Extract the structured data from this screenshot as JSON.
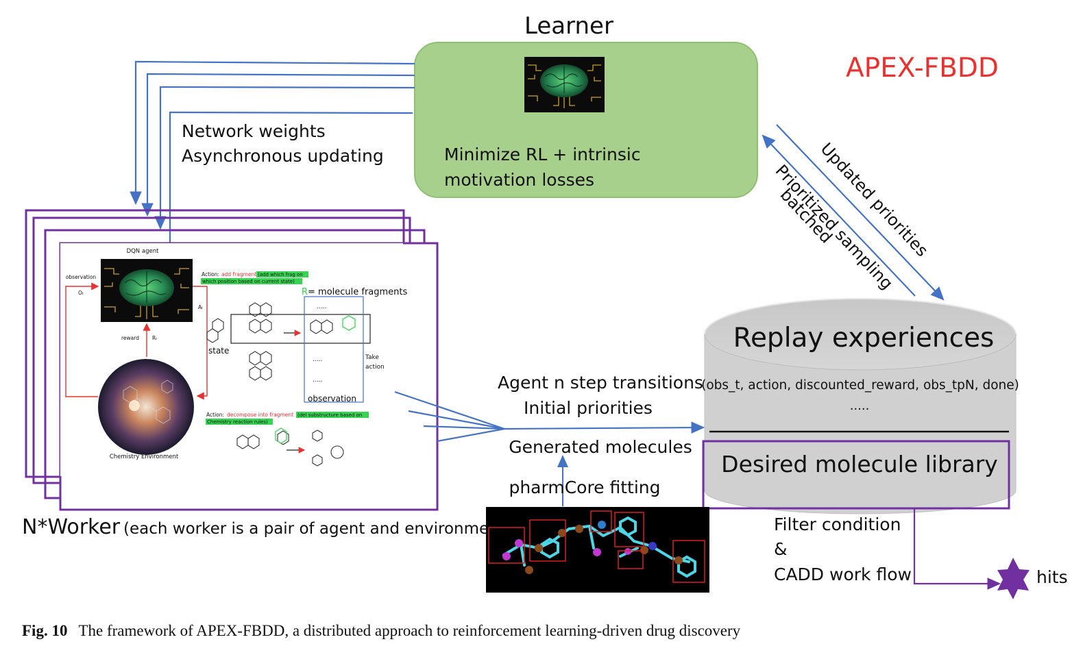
{
  "learner": {
    "title": "Learner",
    "loss_text_line1": "Minimize RL + intrinsic",
    "loss_text_line2": "motivation losses"
  },
  "brand": {
    "name": "APEX-FBDD",
    "color": "#e8322f"
  },
  "arrows": {
    "network_weights_line1": "Network  weights",
    "network_weights_line2": "Asynchronous updating",
    "updated_priorities": "Updated priorities",
    "prioritized_sampling_line1": "Prioritized sampling",
    "prioritized_sampling_line2": "batched",
    "agent_transitions_line1": "Agent n step transitions",
    "agent_transitions_line2": "Initial priorities",
    "generated_molecules": "Generated molecules",
    "pharmcore_fitting": "pharmCore fitting",
    "filter_line1": "Filter condition",
    "filter_line2": "&",
    "filter_line3": "CADD work flow",
    "hits": "hits"
  },
  "replay": {
    "title": "Replay experiences",
    "tuple": "(obs_t, action, discounted_reward, obs_tpN, done)",
    "ellipsis": ".....",
    "library": "Desired molecule library"
  },
  "worker": {
    "label_main": "N*Worker",
    "label_sub": "(each worker is a pair of agent and environment",
    "dqn_agent": "DQN agent",
    "observation": "observation",
    "obs_symbol": "Oₜ",
    "action_symbol": "Aₜ",
    "reward": "reward",
    "reward_symbol": "Rₜ",
    "chem_env": "Chemistry Environment",
    "action1_prefix": "Action:",
    "action1_name": "add fragment",
    "action1_detail_line1": "(add which frag on",
    "action1_detail_line2": "which position based on current state)",
    "r_label": "R",
    "fragments_label": "= molecule fragments",
    "state_label": "state",
    "dots1": ".....",
    "dots2": ".....",
    "dots3": ".....",
    "take_action_line1": "Take",
    "take_action_line2": "action",
    "observation_box": "observation",
    "action2_prefix": "Action:",
    "action2_name": "decompose into fragment",
    "action2_detail_line1": "(del substructure based on",
    "action2_detail_line2": "Chemistry reaction rules)"
  },
  "caption": {
    "label": "Fig. 10",
    "text": "The framework of APEX-FBDD, a distributed approach to reinforcement learning-driven drug discovery"
  },
  "colors": {
    "learner_fill": "#a8d08d",
    "arrow_blue": "#4472c4",
    "worker_purple": "#7030a0",
    "cylinder_fill": "#d0d0d0",
    "highlight_green": "#39d353",
    "action_red": "#e8322f"
  }
}
